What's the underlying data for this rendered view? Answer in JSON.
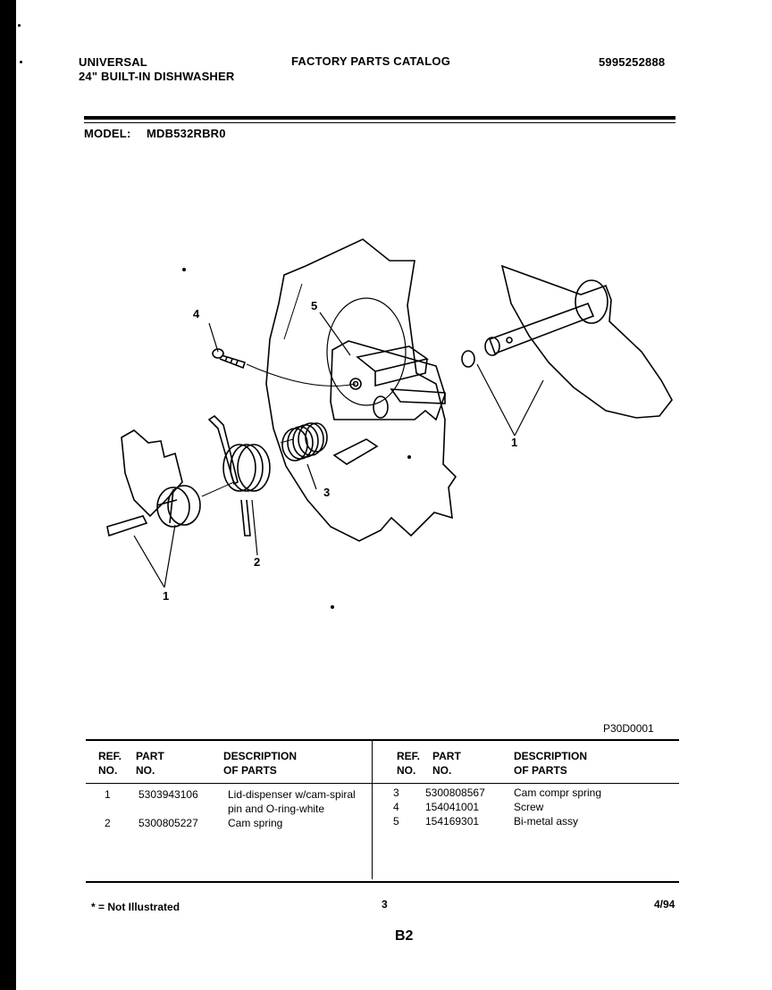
{
  "header": {
    "brand": "UNIVERSAL",
    "product": "24\" BUILT-IN DISHWASHER",
    "catalog_title": "FACTORY PARTS CATALOG",
    "catalog_number": "5995252888",
    "model_label": "MODEL:",
    "model_value": "MDB532RBR0"
  },
  "diagram": {
    "callouts": [
      "4",
      "5",
      "1",
      "3",
      "2",
      "1"
    ],
    "figure_code": "P30D0001"
  },
  "table": {
    "col_headers": {
      "ref": [
        "REF.",
        "NO."
      ],
      "part": [
        "PART",
        "NO."
      ],
      "desc": [
        "DESCRIPTION",
        "OF PARTS"
      ]
    },
    "left_rows": [
      {
        "ref": "1",
        "part": "5303943106",
        "desc": [
          "Lid-dispenser w/cam-spiral",
          "pin and O-ring-white"
        ]
      },
      {
        "ref": "2",
        "part": "5300805227",
        "desc": [
          "Cam spring"
        ]
      }
    ],
    "right_rows": [
      {
        "ref": "3",
        "part": "5300808567",
        "desc": [
          "Cam compr spring"
        ]
      },
      {
        "ref": "4",
        "part": "154041001",
        "desc": [
          "Screw"
        ]
      },
      {
        "ref": "5",
        "part": "154169301",
        "desc": [
          "Bi-metal assy"
        ]
      }
    ]
  },
  "footer": {
    "note": "* = Not Illustrated",
    "page": "3",
    "date": "4/94",
    "section": "B2"
  }
}
